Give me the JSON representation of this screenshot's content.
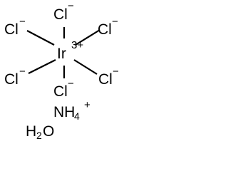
{
  "molecule": {
    "center": {
      "symbol": "Ir",
      "charge": "3+"
    },
    "ligands": [
      {
        "symbol": "Cl",
        "charge": "−"
      },
      {
        "symbol": "Cl",
        "charge": "−"
      },
      {
        "symbol": "Cl",
        "charge": "−"
      },
      {
        "symbol": "Cl",
        "charge": "−"
      },
      {
        "symbol": "Cl",
        "charge": "−"
      },
      {
        "symbol": "Cl",
        "charge": "−"
      }
    ],
    "counterion": {
      "symbol": "NH",
      "subscript": "4",
      "charge": "+"
    },
    "solvent": {
      "prefix": "H",
      "subscript": "2",
      "suffix": "O"
    }
  }
}
